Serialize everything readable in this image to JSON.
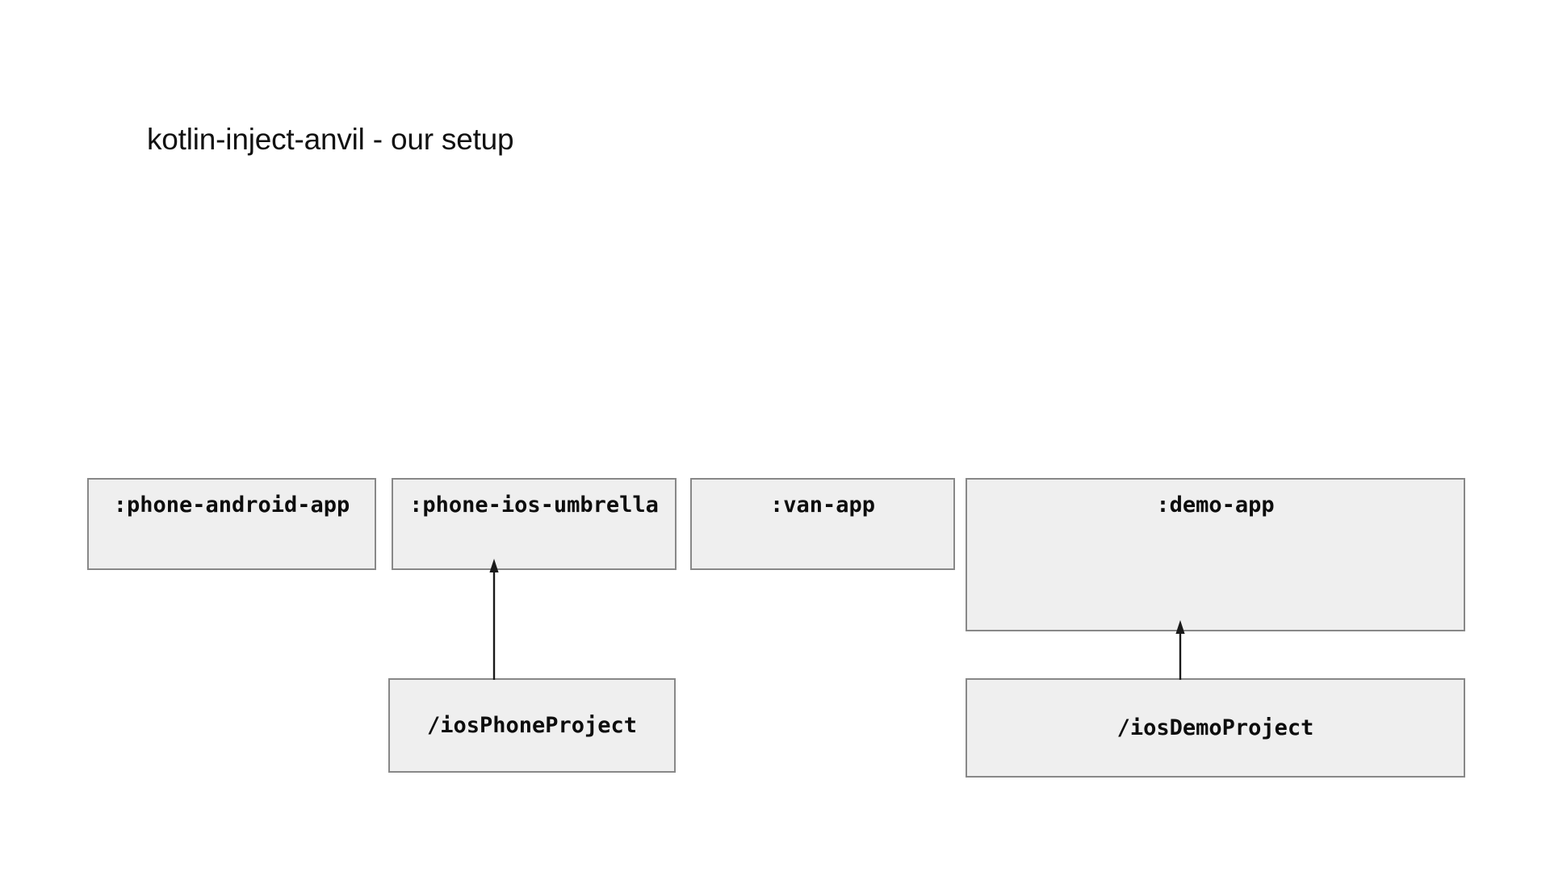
{
  "slide": {
    "title": "kotlin-inject-anvil - our setup",
    "background_color": "#ffffff",
    "title_color": "#111111"
  },
  "theme": {
    "node_fill": "#efefef",
    "node_border": "#888888",
    "node_text": "#0d0d0d",
    "edge_color": "#1a1a1a"
  },
  "diagram": {
    "type": "module-dependency-graph",
    "nodes": [
      {
        "id": "phone-android-app",
        "label": ":phone-android-app",
        "kind": "gradle-module",
        "row": "top",
        "label_align": "top"
      },
      {
        "id": "phone-ios-umbrella",
        "label": ":phone-ios-umbrella",
        "kind": "gradle-module",
        "row": "top",
        "label_align": "top"
      },
      {
        "id": "van-app",
        "label": ":van-app",
        "kind": "gradle-module",
        "row": "top",
        "label_align": "top"
      },
      {
        "id": "demo-app",
        "label": ":demo-app",
        "kind": "gradle-module",
        "row": "top",
        "label_align": "top"
      },
      {
        "id": "ios-phone-project",
        "label": "/iosPhoneProject",
        "kind": "xcode-project",
        "row": "bottom",
        "label_align": "middle"
      },
      {
        "id": "ios-demo-project",
        "label": "/iosDemoProject",
        "kind": "xcode-project",
        "row": "bottom",
        "label_align": "middle"
      }
    ],
    "edges": [
      {
        "id": "edge-phone",
        "from": "ios-phone-project",
        "to": "phone-ios-umbrella",
        "direction": "up",
        "arrowhead": "to"
      },
      {
        "id": "edge-demo",
        "from": "ios-demo-project",
        "to": "demo-app",
        "direction": "up",
        "arrowhead": "to"
      }
    ]
  }
}
